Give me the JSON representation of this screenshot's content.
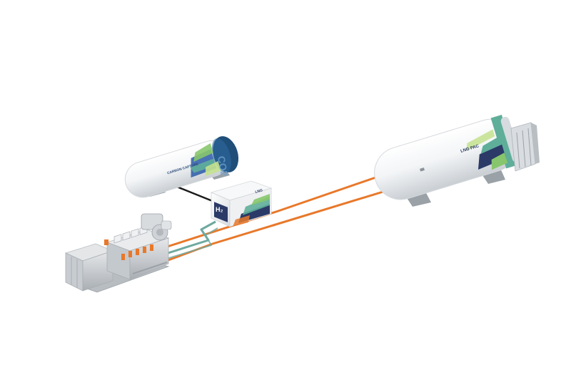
{
  "components": {
    "co2_tank": {
      "label": "CARBON CAPTURE",
      "end_text": "CO2",
      "accent": "#1f4e79"
    },
    "lng_tank": {
      "label": "LNG PAC",
      "accent": "#5fae9a"
    },
    "h2_module": {
      "h2_text": "H₂",
      "lng_text": "LNG",
      "accent": "#2b3a67"
    },
    "engine": {
      "accent": "#e8782a"
    }
  },
  "colors": {
    "pipe_orange": "#e8782a",
    "pipe_teal": "#6fa9a0",
    "pipe_dark": "#1b1b1b",
    "tank_body": "#f1f3f5",
    "engine_body": "#cfd3d7"
  }
}
